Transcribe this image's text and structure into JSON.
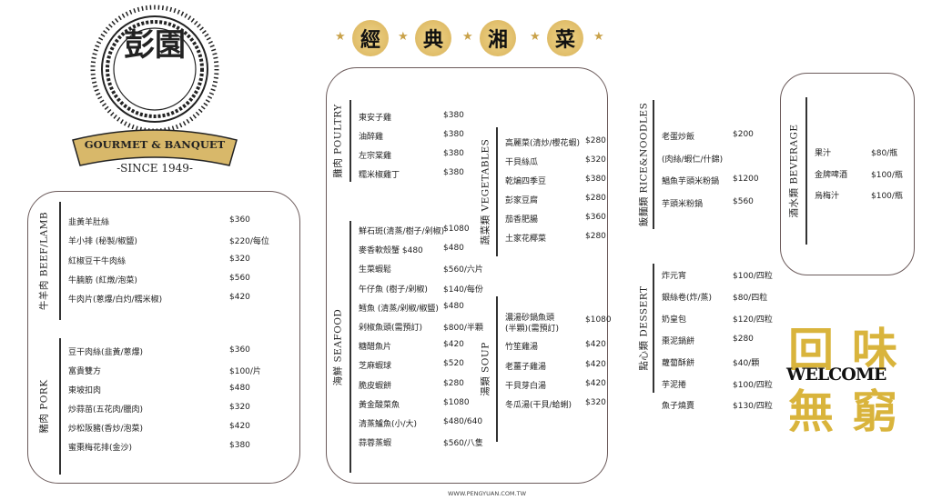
{
  "logo": {
    "chars": "彭園",
    "banner": "GOURMET & BANQUET",
    "since": "-SINCE 1949-"
  },
  "header": {
    "chars": [
      "經",
      "典",
      "湘",
      "菜"
    ]
  },
  "colors": {
    "gold": "#d9b43c",
    "frame": "#6b5a5a"
  },
  "sections": {
    "beef": {
      "label": "牛羊肉 BEEF/LAMB",
      "items": [
        {
          "name": "韭黃羊肚絲",
          "price": "$360"
        },
        {
          "name": "羊小排 (秘製/椒鹽)",
          "price": "$220/每位"
        },
        {
          "name": "紅椒豆干牛肉絲",
          "price": "$320"
        },
        {
          "name": "牛腩筋 (紅燉/泡菜)",
          "price": "$560"
        },
        {
          "name": "牛肉片(蔥爆/白灼/糯米椒)",
          "price": "$420"
        }
      ]
    },
    "pork": {
      "label": "豬肉 PORK",
      "items": [
        {
          "name": "豆干肉絲(韭黃/蔥爆)",
          "price": "$360"
        },
        {
          "name": "富貴雙方",
          "price": "$100/片"
        },
        {
          "name": "東坡扣肉",
          "price": "$480"
        },
        {
          "name": "炒蒜苗(五花肉/臘肉)",
          "price": "$320"
        },
        {
          "name": "炒松阪豬(香炒/泡菜)",
          "price": "$420"
        },
        {
          "name": "蜜棗梅花排(金沙)",
          "price": "$380"
        }
      ]
    },
    "poultry": {
      "label": "雞肉 POULTRY",
      "items": [
        {
          "name": "東安子雞",
          "price": "$380"
        },
        {
          "name": "油醉雞",
          "price": "$380"
        },
        {
          "name": "左宗棠雞",
          "price": "$380"
        },
        {
          "name": "糯米椒雞丁",
          "price": "$380"
        }
      ]
    },
    "seafood": {
      "label": "海鮮 SEAFOOD",
      "items": [
        {
          "name": "鮮石斑(清蒸/樹子/剁椒)",
          "price": "$1080"
        },
        {
          "name": "麥香軟殼蟹 $480",
          "price": "$480"
        },
        {
          "name": "生菜蝦鬆",
          "price": "$560/六片"
        },
        {
          "name": "午仔魚 (樹子/剁椒)",
          "price": "$140/每份"
        },
        {
          "name": "鱈魚 (清蒸/剁椒/椒鹽)",
          "price": "$480"
        },
        {
          "name": "剁椒魚頭(需預訂)",
          "price": "$800/半顆"
        },
        {
          "name": "糖醋魚片",
          "price": "$420"
        },
        {
          "name": "芝麻蝦球",
          "price": "$520"
        },
        {
          "name": "脆皮蝦餅",
          "price": "$280"
        },
        {
          "name": "黃金酸菜魚",
          "price": "$1080"
        },
        {
          "name": "清蒸鱸魚(小/大)",
          "price": "$480/640"
        },
        {
          "name": "蒜蓉蒸蝦",
          "price": "$560/八隻"
        }
      ]
    },
    "vegetables": {
      "label": "蔬菜類 VEGETABLES",
      "items": [
        {
          "name": "高麗菜(清炒/櫻花蝦)",
          "price": "$280"
        },
        {
          "name": "干貝絲瓜",
          "price": "$320"
        },
        {
          "name": "乾煸四季豆",
          "price": "$380"
        },
        {
          "name": "彭家豆腐",
          "price": "$280"
        },
        {
          "name": "茄香肥腸",
          "price": "$360"
        },
        {
          "name": "土家花椰菜",
          "price": "$280"
        }
      ]
    },
    "soup": {
      "label": "湯類 SOUP",
      "items": [
        {
          "name": "濃湯砂鍋魚頭",
          "note": "(半顆)(需預訂)",
          "price": "$1080"
        },
        {
          "name": "竹笙雞湯",
          "price": "$420"
        },
        {
          "name": "老薑子雞湯",
          "price": "$420"
        },
        {
          "name": "干貝芽白湯",
          "price": "$420"
        },
        {
          "name": "冬瓜湯(干貝/蛤蜊)",
          "price": "$320"
        }
      ]
    },
    "rice": {
      "label": "飯麵類 RICE&NOODLES",
      "items": [
        {
          "name": "老蛋炒飯",
          "price": "$200"
        },
        {
          "name": "(肉絲/蝦仁/什錦)",
          "price": ""
        },
        {
          "name": "鯧魚芋頭米粉鍋",
          "price": "$1200"
        },
        {
          "name": "芋頭米粉鍋",
          "price": "$560"
        }
      ]
    },
    "dessert": {
      "label": "點心類 DESSERT",
      "items": [
        {
          "name": "炸元宵",
          "price": "$100/四粒"
        },
        {
          "name": "銀絲卷(炸/蒸)",
          "price": "$80/四粒"
        },
        {
          "name": "奶皇包",
          "price": "$120/四粒"
        },
        {
          "name": "棗泥鍋餅",
          "price": "$280"
        },
        {
          "name": "蘿蔔酥餅",
          "price": "$40/顆"
        },
        {
          "name": "芋泥捲",
          "price": "$100/四粒"
        },
        {
          "name": "魚子燒賣",
          "price": "$130/四粒"
        }
      ]
    },
    "beverage": {
      "label": "酒水類 BEVERAGE",
      "items": [
        {
          "name": "果汁",
          "price": "$80/瓶"
        },
        {
          "name": "金牌啤酒",
          "price": "$100/瓶"
        },
        {
          "name": "烏梅汁",
          "price": "$100/瓶"
        }
      ]
    }
  },
  "welcome": {
    "chars": [
      "回",
      "味",
      "無",
      "窮"
    ],
    "text": "WELCOME"
  },
  "footer": {
    "url": "WWW.PENGYUAN.COM.TW"
  }
}
